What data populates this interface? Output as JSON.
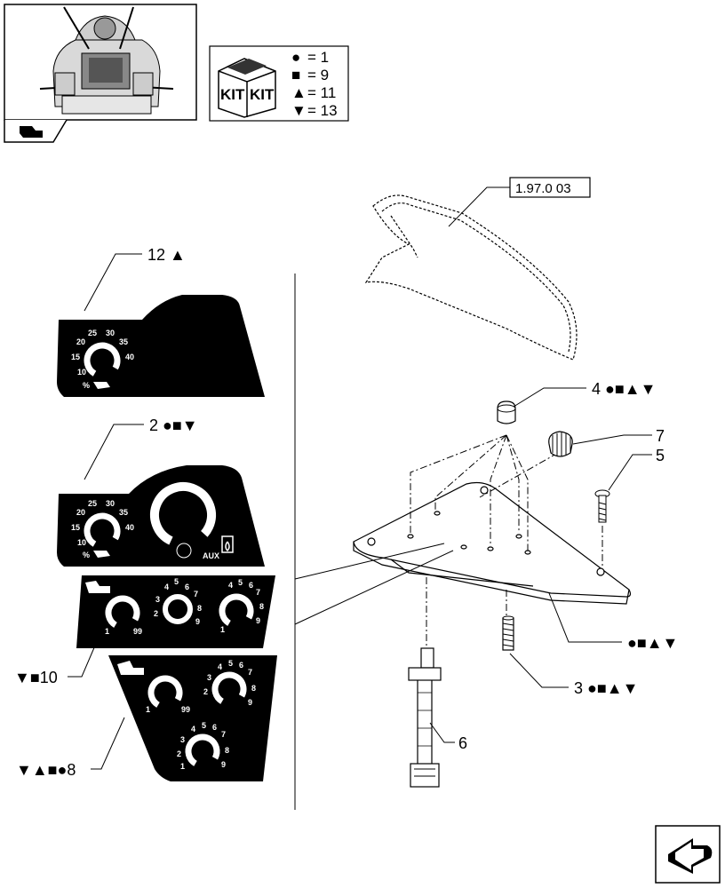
{
  "reference": {
    "label": "1.97.0 03"
  },
  "kit_legend": {
    "kit_label": "KIT",
    "rows": [
      {
        "symbol": "●",
        "text": "= 1"
      },
      {
        "symbol": "■",
        "text": "= 9"
      },
      {
        "symbol": "▲",
        "text": "= 11"
      },
      {
        "symbol": "▼",
        "text": "= 13"
      }
    ]
  },
  "callouts": {
    "c12": "12 ▲",
    "c2": "2 ●■▼",
    "c10": "▼■10",
    "c8": "▼▲■●8",
    "c4": "4 ●■▲▼",
    "c7": "7",
    "c5": "5",
    "c_plate": "●■▲▼",
    "c3": "3 ●■▲▼",
    "c6": "6"
  },
  "dials": {
    "pct": [
      "25",
      "30",
      "20",
      "35",
      "15",
      "40",
      "10"
    ],
    "pct_sign": "%",
    "scale_5_to_9": [
      "4",
      "5",
      "6",
      "7",
      "3",
      "8",
      "2",
      "9",
      "1"
    ],
    "lo": "1",
    "hi": "99",
    "aux": "AUX"
  },
  "icons": [
    "tractor-thumbnail",
    "kit-box-icon",
    "next-page-arrow-icon",
    "prev-page-arrow-icon"
  ]
}
